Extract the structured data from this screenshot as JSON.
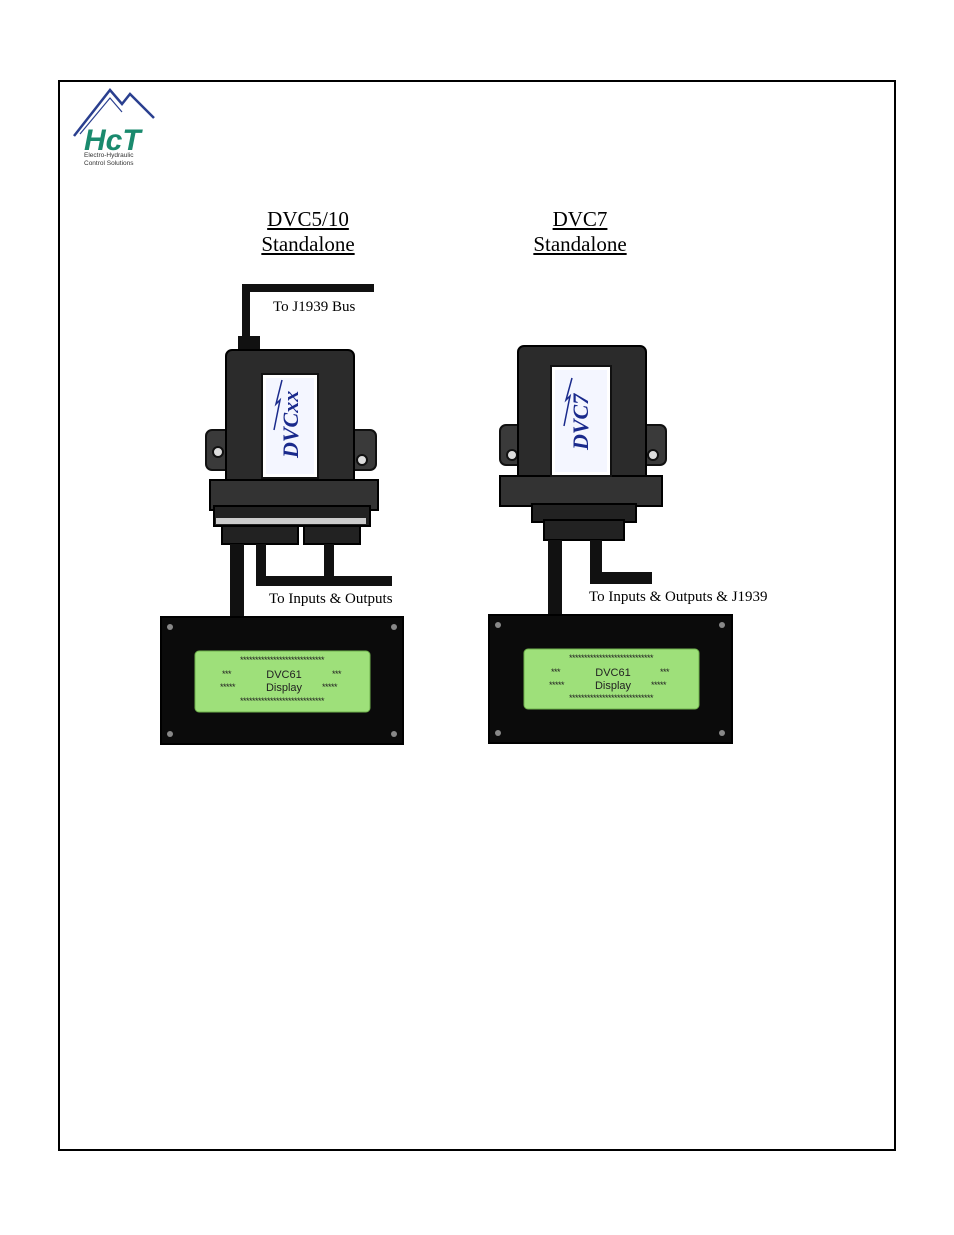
{
  "logo": {
    "brand": "HcT",
    "tagline_line1": "Electro-Hydraulic",
    "tagline_line2": "Control Solutions",
    "brand_color": "#1a8a6e",
    "mountain_color": "#2a3f8f"
  },
  "left_unit": {
    "heading_line1": "DVC5/10",
    "heading_line2": "Standalone",
    "module_label": "DVCxx",
    "bus_label": "To J1939 Bus",
    "io_label": "To Inputs & Outputs",
    "display": {
      "stars_row": "****************************",
      "row2_left": "***",
      "row2_center": "DVC61",
      "row2_right": "***",
      "row3_left": "*****",
      "row3_center": "Display",
      "row3_right": "*****"
    }
  },
  "right_unit": {
    "heading_line1": "DVC7",
    "heading_line2": "Standalone",
    "module_label": "DVC7",
    "io_label": "To Inputs & Outputs & J1939",
    "display": {
      "stars_row": "****************************",
      "row2_left": "***",
      "row2_center": "DVC61",
      "row2_right": "***",
      "row3_left": "*****",
      "row3_center": "Display",
      "row3_right": "*****"
    }
  },
  "colors": {
    "lcd_green": "#9ee07a",
    "housing": "#2b2b2b",
    "label_blue": "#1a2a8c"
  }
}
